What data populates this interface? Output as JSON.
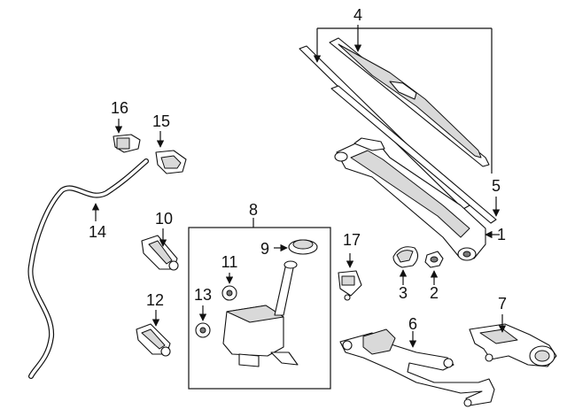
{
  "callouts": [
    "1",
    "2",
    "3",
    "4",
    "5",
    "6",
    "7",
    "8",
    "9",
    "10",
    "11",
    "12",
    "13",
    "14",
    "15",
    "16",
    "17"
  ],
  "colors": {
    "line": "#111111",
    "background": "#ffffff",
    "shade": "#d9d9d9"
  }
}
